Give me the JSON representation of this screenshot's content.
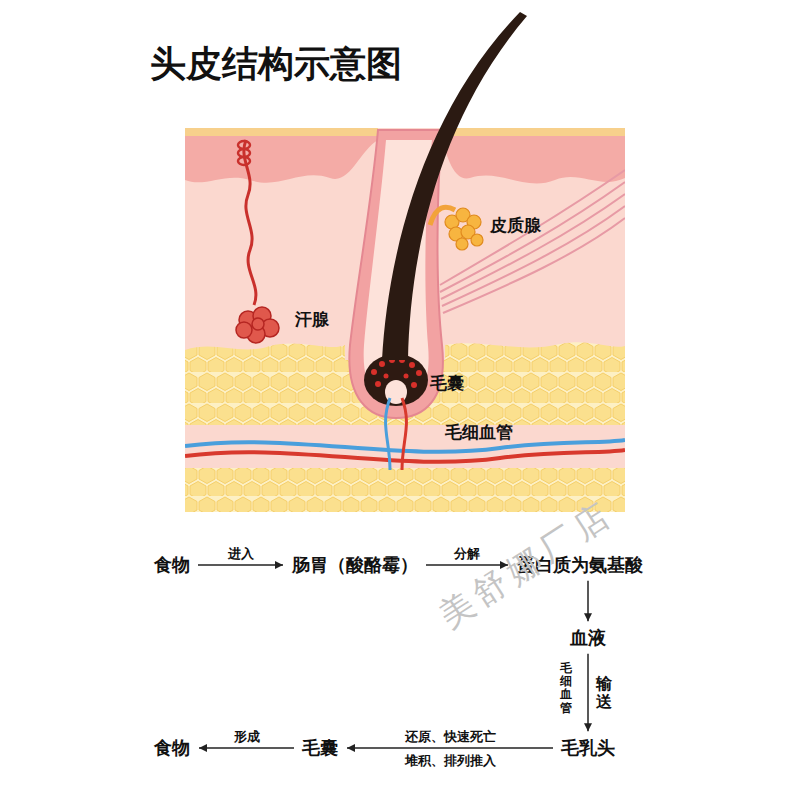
{
  "diagram": {
    "title": "头皮结构示意图",
    "nodes": [
      {
        "text": [
          "食物"
        ]
      },
      {
        "text": [
          "肠胃（酸酪霉）"
        ]
      },
      {
        "text": [
          "蛋白质为氨基酸"
        ]
      },
      {
        "text": [
          "血液"
        ]
      },
      {
        "text": [
          "毛乳头"
        ]
      },
      {
        "text": [
          "毛囊"
        ]
      },
      {
        "text": [
          "食物"
        ]
      }
    ],
    "edges": [
      {
        "from": 0,
        "to": 1,
        "label": "进入",
        "arrow": "to"
      },
      {
        "from": 1,
        "to": 2,
        "label": "分解",
        "arrow": "to"
      },
      {
        "from": 2,
        "to": 3,
        "arrow": "to"
      },
      {
        "from": 3,
        "to": 4,
        "label": "输送",
        "arrow": "to"
      },
      {
        "from": 4,
        "to": 5,
        "label": "还原、快速死亡",
        "arrow": "to"
      },
      {
        "from": 5,
        "to": 6,
        "label": "形成",
        "arrow": "to"
      }
    ],
    "labels": [
      "皮质腺",
      "汗腺",
      "毛囊",
      "毛细血管",
      "毛细血管",
      "堆积、排列推入",
      "美舒娜厂店"
    ]
  }
}
